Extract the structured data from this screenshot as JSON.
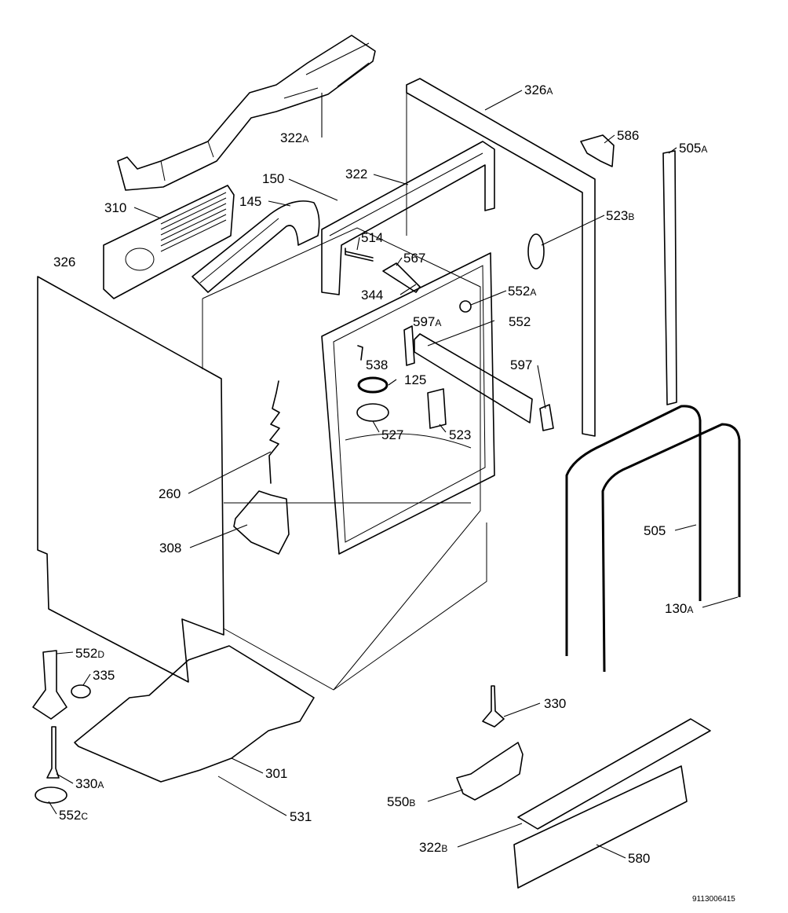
{
  "labels": {
    "p322A": {
      "num": "322",
      "suf": "A"
    },
    "p326A": {
      "num": "326",
      "suf": "A"
    },
    "p586": {
      "num": "586",
      "suf": ""
    },
    "p505A": {
      "num": "505",
      "suf": "A"
    },
    "p150": {
      "num": "150",
      "suf": ""
    },
    "p322": {
      "num": "322",
      "suf": ""
    },
    "p145": {
      "num": "145",
      "suf": ""
    },
    "p310": {
      "num": "310",
      "suf": ""
    },
    "p523B": {
      "num": "523",
      "suf": "B"
    },
    "p514": {
      "num": "514",
      "suf": ""
    },
    "p567": {
      "num": "567",
      "suf": ""
    },
    "p326": {
      "num": "326",
      "suf": ""
    },
    "p344": {
      "num": "344",
      "suf": ""
    },
    "p552A": {
      "num": "552",
      "suf": "A"
    },
    "p597A": {
      "num": "597",
      "suf": "A"
    },
    "p552": {
      "num": "552",
      "suf": ""
    },
    "p538": {
      "num": "538",
      "suf": ""
    },
    "p597": {
      "num": "597",
      "suf": ""
    },
    "p125": {
      "num": "125",
      "suf": ""
    },
    "p527": {
      "num": "527",
      "suf": ""
    },
    "p523": {
      "num": "523",
      "suf": ""
    },
    "p260": {
      "num": "260",
      "suf": ""
    },
    "p505": {
      "num": "505",
      "suf": ""
    },
    "p308": {
      "num": "308",
      "suf": ""
    },
    "p130A": {
      "num": "130",
      "suf": "A"
    },
    "p552D": {
      "num": "552",
      "suf": "D"
    },
    "p335": {
      "num": "335",
      "suf": ""
    },
    "p330": {
      "num": "330",
      "suf": ""
    },
    "p301": {
      "num": "301",
      "suf": ""
    },
    "p330A": {
      "num": "330",
      "suf": "A"
    },
    "p550B": {
      "num": "550",
      "suf": "B"
    },
    "p531": {
      "num": "531",
      "suf": ""
    },
    "p552C": {
      "num": "552",
      "suf": "C"
    },
    "p322B": {
      "num": "322",
      "suf": "B"
    },
    "p580": {
      "num": "580",
      "suf": ""
    }
  },
  "drawing_code": "9113006415"
}
